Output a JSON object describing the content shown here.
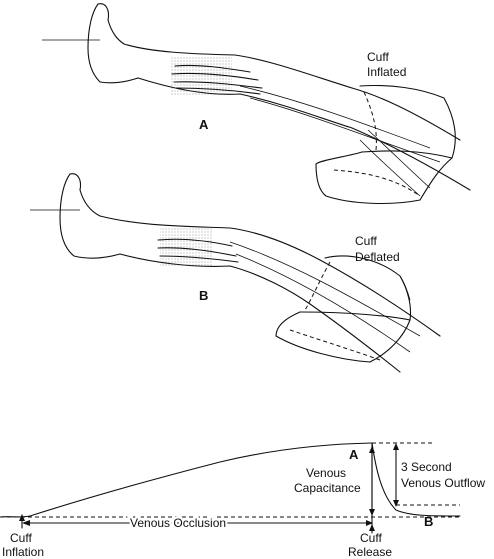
{
  "panel_a": {
    "letter": "A",
    "cuff_label_line1": "Cuff",
    "cuff_label_line2": "Inflated"
  },
  "panel_b": {
    "letter": "B",
    "cuff_label_line1": "Cuff",
    "cuff_label_line2": "Deflated"
  },
  "tracing": {
    "peak_label": "A",
    "end_label": "B",
    "capacitance_line1": "Venous",
    "capacitance_line2": "Capacitance",
    "outflow_line1": "3 Second",
    "outflow_line2": "Venous Outflow",
    "occlusion_label": "Venous Occlusion",
    "inflation_line1": "Cuff",
    "inflation_line2": "Inflation",
    "release_line1": "Cuff",
    "release_line2": "Release"
  }
}
